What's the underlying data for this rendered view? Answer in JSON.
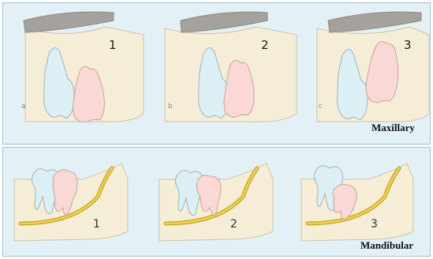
{
  "maxillary": {
    "label": "Maxillary",
    "items": [
      {
        "number": "1",
        "sublabel": "a"
      },
      {
        "number": "2",
        "sublabel": "b"
      },
      {
        "number": "3",
        "sublabel": "c"
      }
    ]
  },
  "mandibular": {
    "label": "Mandibular",
    "items": [
      {
        "number": "1"
      },
      {
        "number": "2"
      },
      {
        "number": "3"
      }
    ]
  },
  "colors": {
    "panel_background": "#e3f1f7",
    "gum": "#f5edd6",
    "bone": "#a5a19d",
    "blue_tooth": "#dceff4",
    "pink_tooth": "#f9d8d6",
    "nerve": "#f0d24a"
  }
}
